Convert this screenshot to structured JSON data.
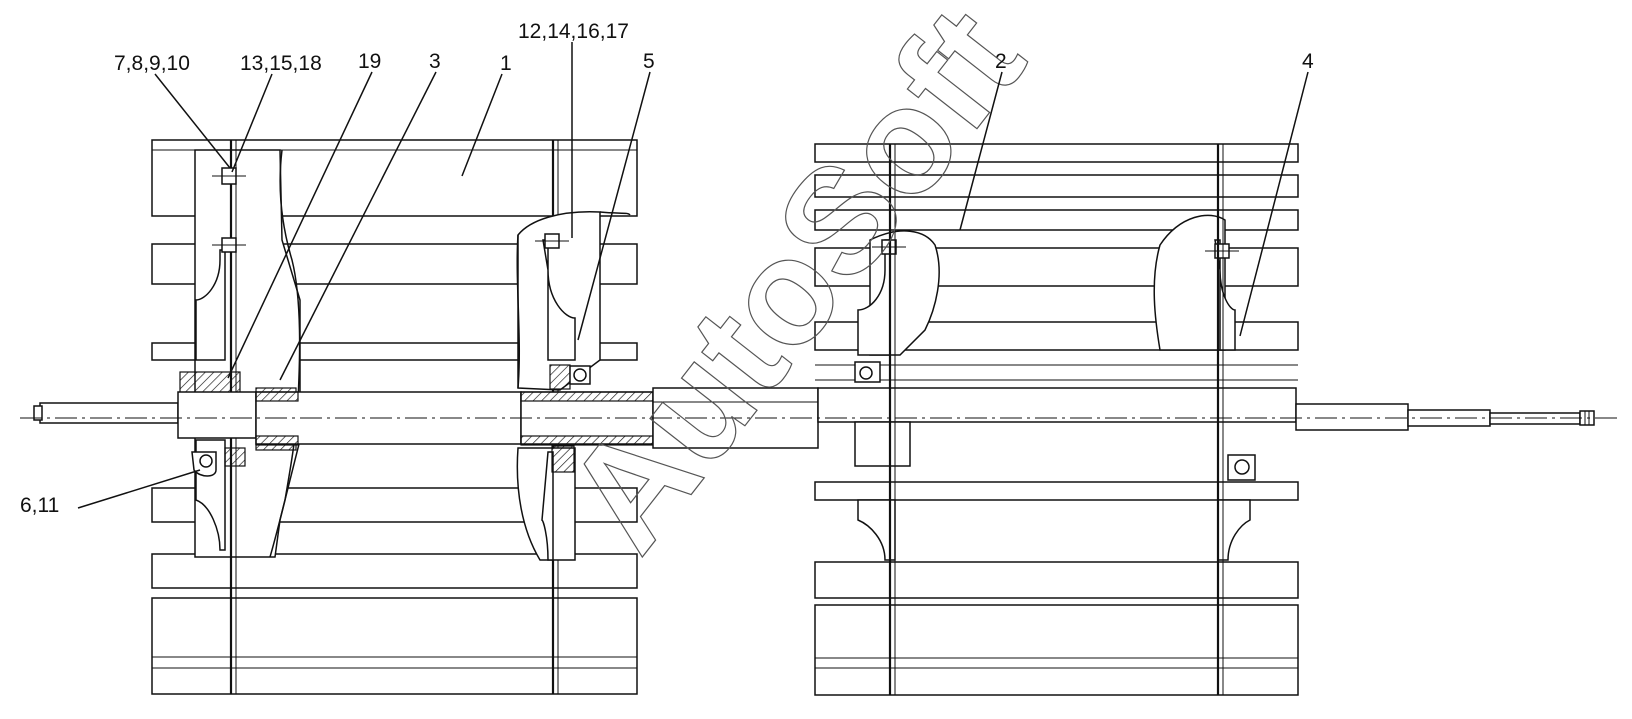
{
  "labels": {
    "l_7_8_9_10": "7,8,9,10",
    "l_13_15_18": "13,15,18",
    "l_19": "19",
    "l_3": "3",
    "l_1": "1",
    "l_12_14_16_17": "12,14,16,17",
    "l_5": "5",
    "l_2": "2",
    "l_4": "4",
    "l_6_11": "6,11"
  },
  "watermark": "AutoSoft"
}
